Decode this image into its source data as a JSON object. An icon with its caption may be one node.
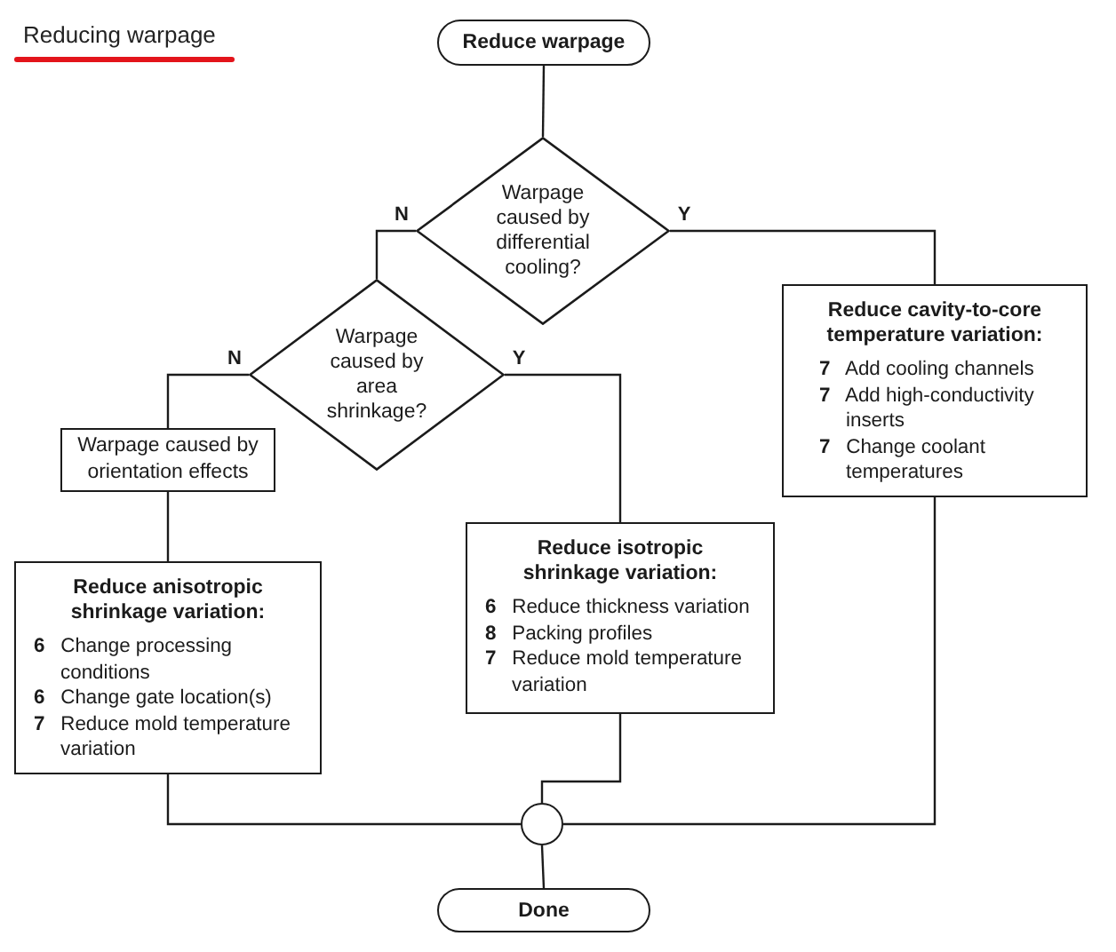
{
  "diagram": {
    "title": "Reducing warpage",
    "nodes": [
      {
        "text": [
          "Reduce warpage"
        ]
      },
      {
        "text": [
          "Warpage caused by differential cooling?"
        ]
      },
      {
        "text": [
          "Warpage caused by area shrinkage?"
        ]
      },
      {
        "text": [
          "Reduce cavity-to-core temperature variation:",
          "**7** Add cooling channels",
          "**7** Add high-conductivity inserts",
          "**7** Change coolant temperatures"
        ]
      },
      {
        "text": [
          "Warpage caused by orientation effects"
        ]
      },
      {
        "text": [
          "Reduce isotropic shrinkage variation:",
          "**6** Reduce thickness variation",
          "**8** Packing profiles",
          "**7** Reduce mold temperature variation"
        ]
      },
      {
        "text": [
          "Reduce anisotropic shrinkage variation:",
          "**6** Change processing conditions",
          "**6** Change gate location(s)",
          "**7** Reduce mold temperature variation"
        ]
      },
      {
        "text": [],
        "shape": "circle"
      },
      {
        "text": [
          "Done"
        ]
      }
    ],
    "edges": [
      {
        "from": 0,
        "to": 1,
        "arrow": "none"
      },
      {
        "from": 1,
        "to": 2,
        "arrow": "none",
        "label": "N"
      },
      {
        "from": 1,
        "to": 3,
        "arrow": "none",
        "label": "Y"
      },
      {
        "from": 2,
        "to": 4,
        "arrow": "none",
        "label": "N"
      },
      {
        "from": 2,
        "to": 5,
        "arrow": "none",
        "label": "Y"
      },
      {
        "from": 4,
        "to": 6,
        "arrow": "none"
      },
      {
        "from": 6,
        "to": 7,
        "arrow": "none"
      },
      {
        "from": 5,
        "to": 7,
        "arrow": "none"
      },
      {
        "from": 3,
        "to": 7,
        "arrow": "none"
      },
      {
        "from": 7,
        "to": 8,
        "arrow": "none"
      }
    ]
  }
}
